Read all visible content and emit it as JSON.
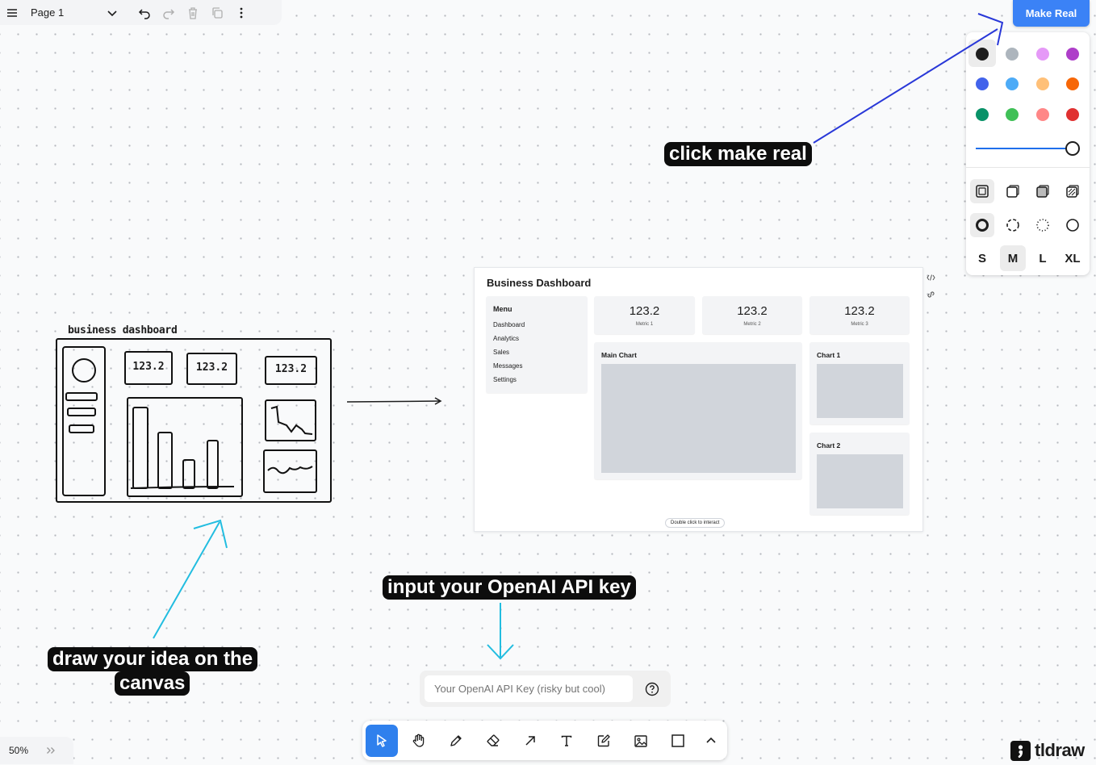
{
  "menu": {
    "page_name": "Page 1"
  },
  "make_real_label": "Make Real",
  "style_panel": {
    "colors": [
      "#1d1d1d",
      "#adb5bd",
      "#e599f7",
      "#ae3ec9",
      "#4263eb",
      "#4dabf7",
      "#ffc078",
      "#f76707",
      "#099268",
      "#40c057",
      "#ff8787",
      "#e03131"
    ],
    "selected_color": "#1d1d1d",
    "opacity": 1.0,
    "sizes": [
      "S",
      "M",
      "L",
      "XL"
    ],
    "selected_size": "M"
  },
  "annotations": {
    "click_make_real": "click make real",
    "api_key": "input your OpenAI API key",
    "draw_line1": "draw your idea on the",
    "draw_line2": "canvas"
  },
  "sketch": {
    "title": "business dashboard",
    "metrics": [
      "123.2",
      "123.2",
      "123.2"
    ]
  },
  "preview": {
    "title": "Business Dashboard",
    "menu_title": "Menu",
    "menu_items": [
      "Dashboard",
      "Analytics",
      "Sales",
      "Messages",
      "Settings"
    ],
    "metrics": [
      {
        "value": "123.2",
        "label": "Metric 1"
      },
      {
        "value": "123.2",
        "label": "Metric 2"
      },
      {
        "value": "123.2",
        "label": "Metric 3"
      }
    ],
    "main_chart": "Main Chart",
    "chart1": "Chart 1",
    "chart2": "Chart 2",
    "interact_hint": "Double click to interact"
  },
  "api_key": {
    "placeholder": "Your OpenAI API Key (risky but cool)"
  },
  "zoom_level": "50%",
  "brand": "tldraw"
}
